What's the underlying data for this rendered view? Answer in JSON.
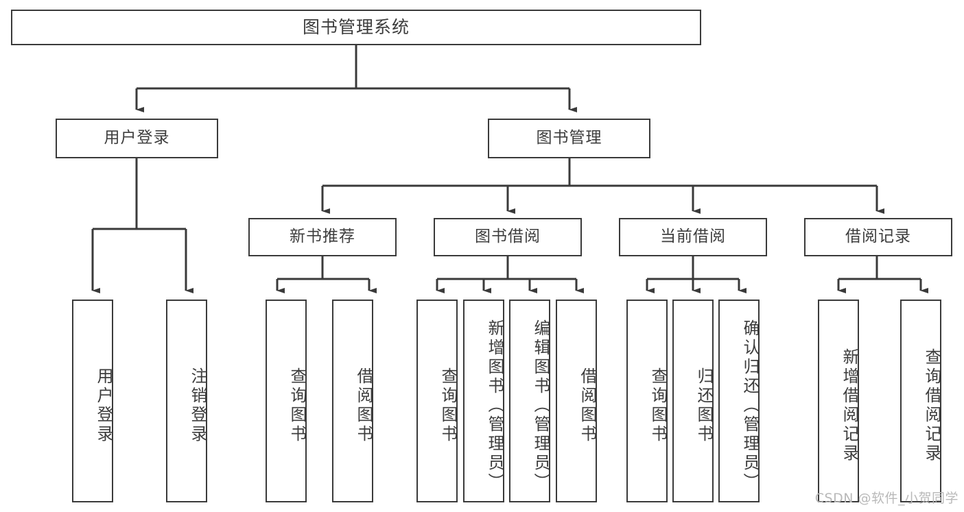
{
  "diagram": {
    "title": "图书管理系统",
    "type": "tree-hierarchy-diagram",
    "root": {
      "label": "图书管理系统"
    },
    "level2": [
      {
        "label": "用户登录"
      },
      {
        "label": "图书管理"
      }
    ],
    "level3": [
      {
        "label": "新书推荐"
      },
      {
        "label": "图书借阅"
      },
      {
        "label": "当前借阅"
      },
      {
        "label": "借阅记录"
      }
    ],
    "leaves": {
      "user_login": [
        {
          "label": "用户登录"
        },
        {
          "label": "注销登录"
        }
      ],
      "new_book_recommend": [
        {
          "label": "查询图书"
        },
        {
          "label": "借阅图书"
        }
      ],
      "book_borrow": [
        {
          "label": "查询图书"
        },
        {
          "label": "新增图书（管理员）"
        },
        {
          "label": "编辑图书（管理员）"
        },
        {
          "label": "借阅图书"
        }
      ],
      "current_borrow": [
        {
          "label": "查询图书"
        },
        {
          "label": "归还图书"
        },
        {
          "label": "确认归还（管理员）"
        }
      ],
      "borrow_record": [
        {
          "label": "新增借阅记录"
        },
        {
          "label": "查询借阅记录"
        }
      ]
    }
  },
  "watermark": {
    "text": "CSDN @软件_小贺同学"
  },
  "colors": {
    "stroke": "#3a3a3a",
    "text": "#3d3d3d",
    "background": "#ffffff",
    "watermark": "#b9b9b9"
  }
}
